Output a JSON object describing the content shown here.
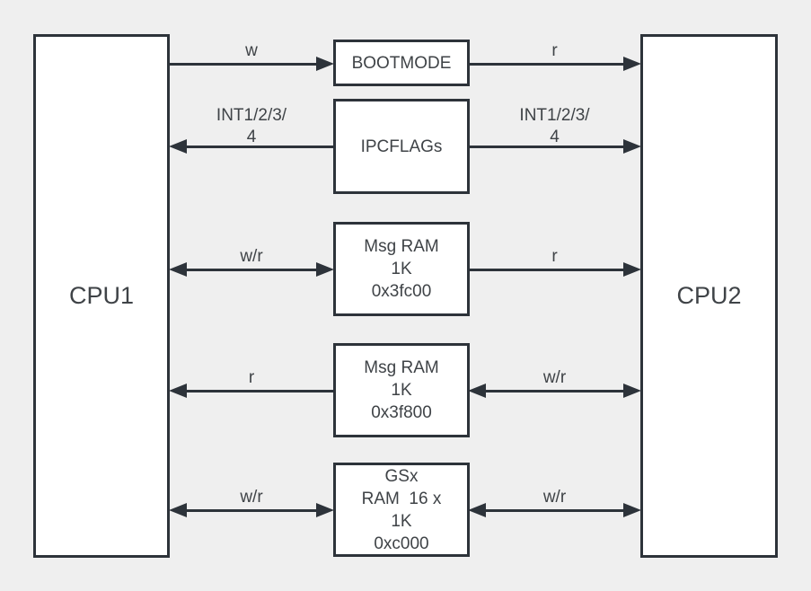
{
  "diagram": {
    "cpu1": {
      "label": "CPU1"
    },
    "cpu2": {
      "label": "CPU2"
    },
    "modules": [
      {
        "id": "bootmode",
        "label": "BOOTMODE",
        "left": {
          "label": "w",
          "arrow_direction": "cpu1-to-module"
        },
        "right": {
          "label": "r",
          "arrow_direction": "module-to-cpu2"
        }
      },
      {
        "id": "ipcflags",
        "label": "IPCFLAGs",
        "left": {
          "label": "INT1/2/3/\n4",
          "arrow_direction": "module-to-cpu1"
        },
        "right": {
          "label": "INT1/2/3/\n4",
          "arrow_direction": "module-to-cpu2"
        }
      },
      {
        "id": "msg-ram-0x3fc00",
        "label": "Msg RAM\n1K\n0x3fc00",
        "left": {
          "label": "w/r",
          "arrow_direction": "bidirectional"
        },
        "right": {
          "label": "r",
          "arrow_direction": "module-to-cpu2"
        }
      },
      {
        "id": "msg-ram-0x3f800",
        "label": "Msg RAM\n1K\n0x3f800",
        "left": {
          "label": "r",
          "arrow_direction": "module-to-cpu1"
        },
        "right": {
          "label": "w/r",
          "arrow_direction": "bidirectional"
        }
      },
      {
        "id": "gsx-ram",
        "label": "GSx\nRAM  16 x\n1K\n0xc000",
        "left": {
          "label": "w/r",
          "arrow_direction": "bidirectional"
        },
        "right": {
          "label": "w/r",
          "arrow_direction": "bidirectional"
        }
      }
    ],
    "colors": {
      "background": "#efefef",
      "stroke": "#2d333a",
      "box_fill": "#ffffff",
      "text": "#3f4347"
    }
  }
}
